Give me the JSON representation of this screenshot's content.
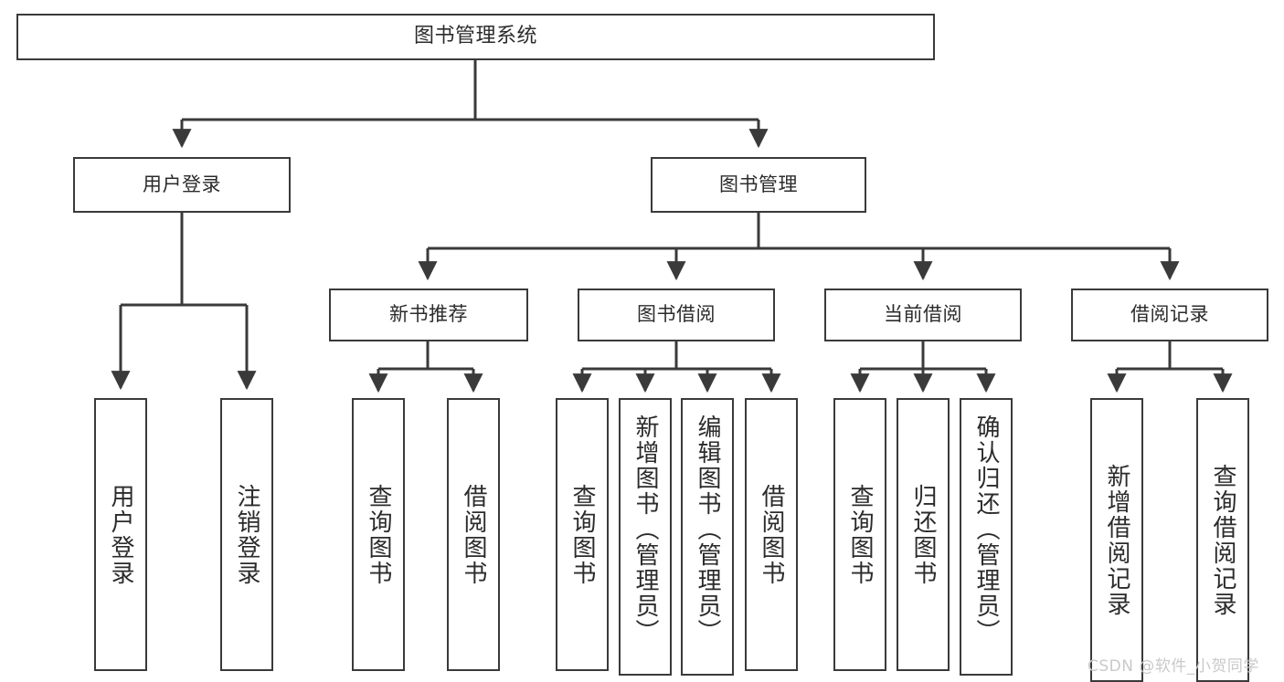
{
  "diagram": {
    "title": "图书管理系统",
    "type": "hierarchy-tree",
    "root": {
      "id": "root",
      "label": "图书管理系统"
    },
    "level1": [
      {
        "id": "user-login",
        "label": "用户登录"
      },
      {
        "id": "book-manage",
        "label": "图书管理"
      }
    ],
    "level2": [
      {
        "id": "new-book-rec",
        "label": "新书推荐",
        "parent": "book-manage"
      },
      {
        "id": "book-borrow",
        "label": "图书借阅",
        "parent": "book-manage"
      },
      {
        "id": "current-borrow",
        "label": "当前借阅",
        "parent": "book-manage"
      },
      {
        "id": "borrow-record",
        "label": "借阅记录",
        "parent": "book-manage"
      }
    ],
    "leaves": {
      "user-login": [
        {
          "id": "leaf-user-login",
          "label": "用户登录"
        },
        {
          "id": "leaf-logout",
          "label": "注销登录"
        }
      ],
      "new-book-rec": [
        {
          "id": "leaf-query-book-1",
          "label": "查询图书"
        },
        {
          "id": "leaf-borrow-book-1",
          "label": "借阅图书"
        }
      ],
      "book-borrow": [
        {
          "id": "leaf-query-book-2",
          "label": "查询图书"
        },
        {
          "id": "leaf-add-book",
          "label": "新增图书（管理员）"
        },
        {
          "id": "leaf-edit-book",
          "label": "编辑图书（管理员）"
        },
        {
          "id": "leaf-borrow-book-2",
          "label": "借阅图书"
        }
      ],
      "current-borrow": [
        {
          "id": "leaf-query-book-3",
          "label": "查询图书"
        },
        {
          "id": "leaf-return-book",
          "label": "归还图书"
        },
        {
          "id": "leaf-confirm-return",
          "label": "确认归还（管理员）"
        }
      ],
      "borrow-record": [
        {
          "id": "leaf-add-record",
          "label": "新增借阅记录"
        },
        {
          "id": "leaf-query-record",
          "label": "查询借阅记录"
        }
      ]
    }
  },
  "watermark": {
    "text": "CSDN @软件_小贺同学"
  },
  "colors": {
    "stroke": "#3a3a3a",
    "text": "#2b2b2b",
    "background": "#ffffff",
    "watermark": "#c9c9c9"
  }
}
